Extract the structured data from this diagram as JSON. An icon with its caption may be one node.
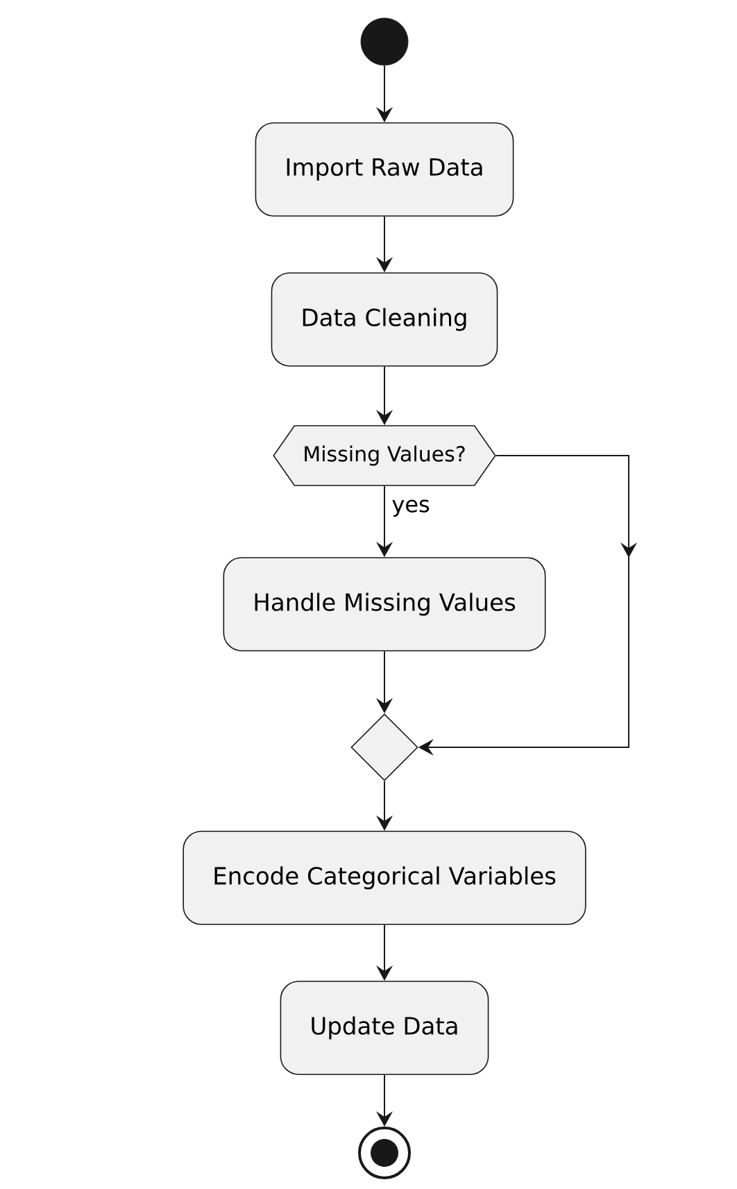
{
  "diagram": {
    "nodes": [
      {
        "text": [],
        "shape": "circle"
      },
      {
        "text": [
          "Import Raw Data"
        ]
      },
      {
        "text": [
          "Data Cleaning"
        ]
      },
      {
        "text": [
          "Missing Values?"
        ]
      },
      {
        "text": [
          "Handle Missing Values"
        ]
      },
      {
        "text": [],
        "shape": "diamond"
      },
      {
        "text": [
          "Encode Categorical Variables"
        ]
      },
      {
        "text": [
          "Update Data"
        ]
      },
      {
        "text": [],
        "shape": "circle"
      }
    ],
    "edges": [
      {
        "from": 0,
        "to": 1,
        "arrow": "to"
      },
      {
        "from": 1,
        "to": 2,
        "arrow": "to"
      },
      {
        "from": 2,
        "to": 3,
        "arrow": "to"
      },
      {
        "from": 3,
        "to": 4,
        "arrow": "to",
        "label": "yes"
      },
      {
        "from": 4,
        "to": 5,
        "arrow": "to"
      },
      {
        "from": 3,
        "to": 5,
        "arrow": "to"
      },
      {
        "from": 5,
        "to": 6,
        "arrow": "to"
      },
      {
        "from": 6,
        "to": 7,
        "arrow": "to"
      },
      {
        "from": 7,
        "to": 8,
        "arrow": "to"
      }
    ]
  }
}
